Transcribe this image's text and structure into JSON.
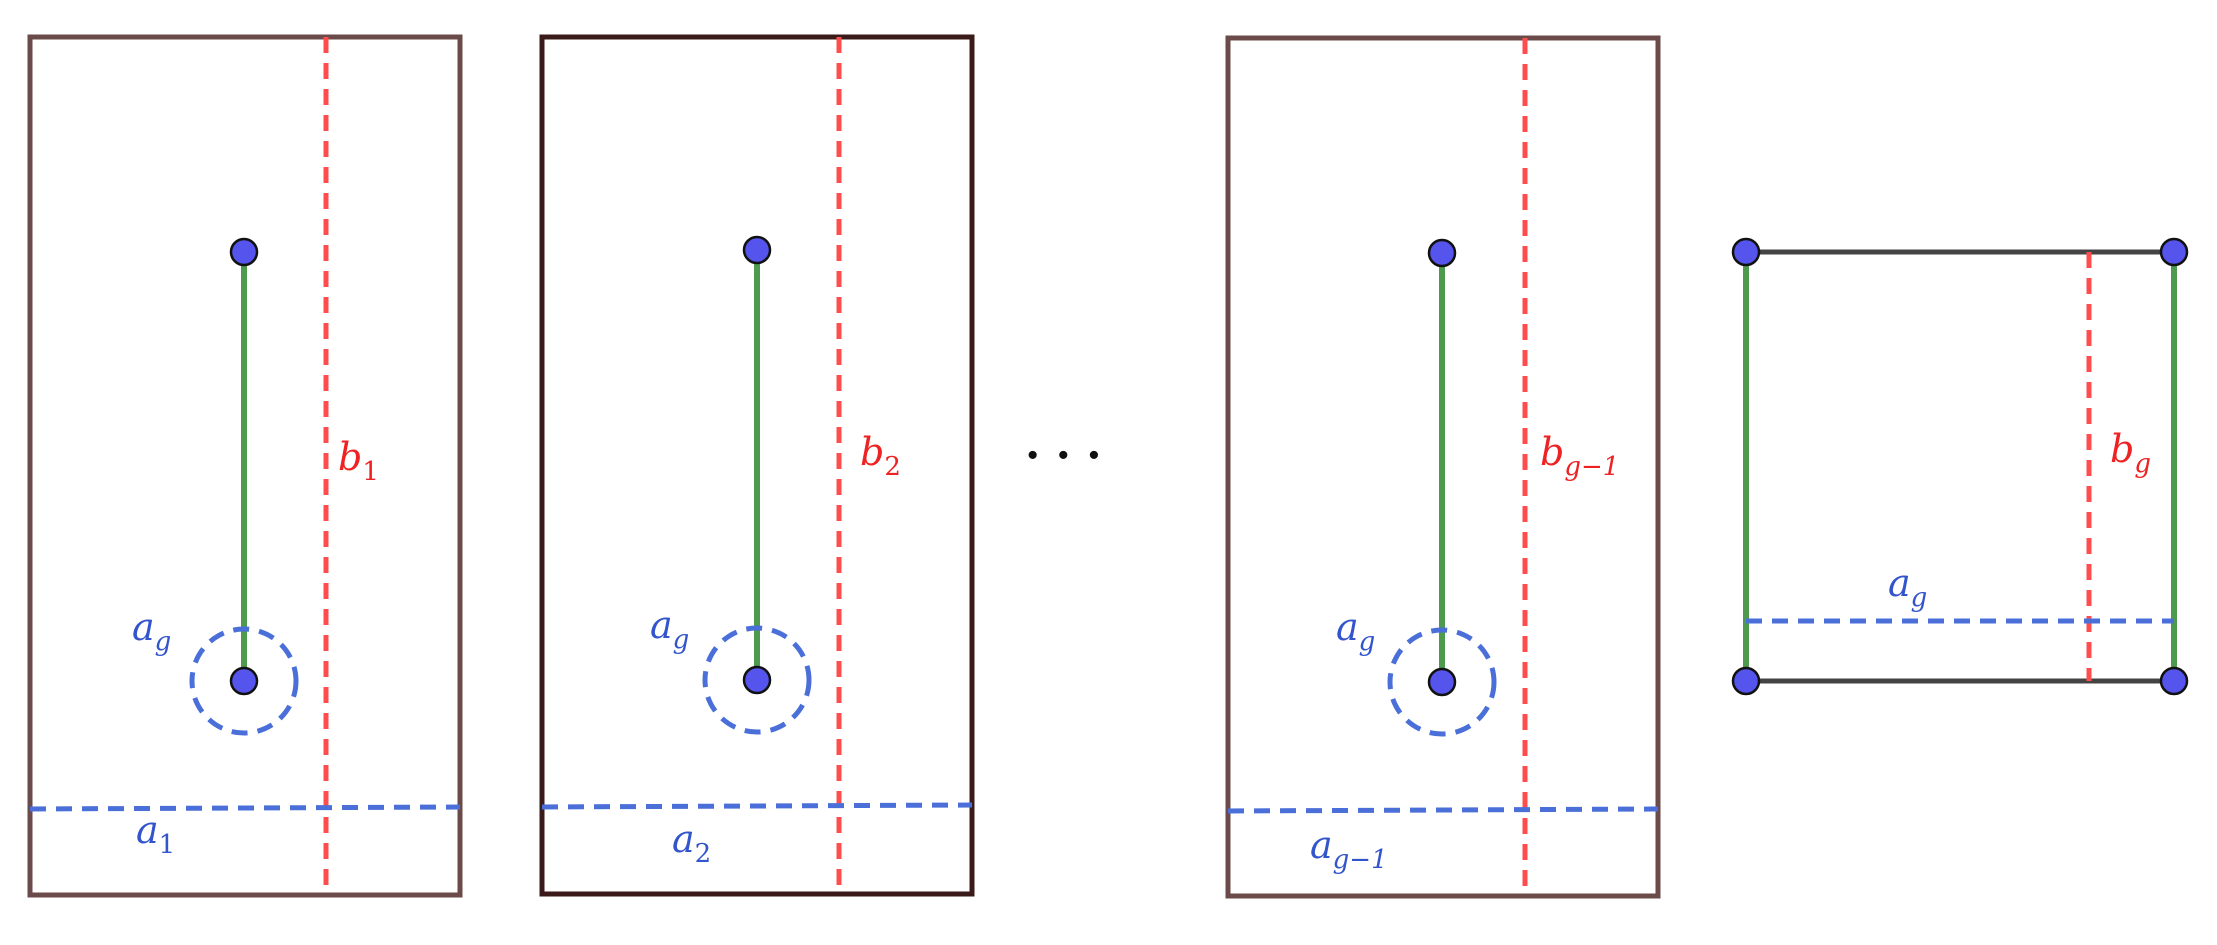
{
  "colors": {
    "frame": "#6b4a4a",
    "frame_dark": "#3b1a1a",
    "red_curve": "#ff4d4d",
    "blue_curve": "#4a6fd8",
    "green_segment": "#4e9a4e",
    "vertex_fill": "#5555ee",
    "square_edge": "#444444",
    "label_blue": "#3355cc",
    "label_red": "#ee2222"
  },
  "panels": [
    {
      "b_label": {
        "base": "b",
        "sub": "1"
      },
      "a_label": {
        "base": "a",
        "sub": "1"
      },
      "loop_label": {
        "base": "a",
        "sub": "g"
      }
    },
    {
      "b_label": {
        "base": "b",
        "sub": "2"
      },
      "a_label": {
        "base": "a",
        "sub": "2"
      },
      "loop_label": {
        "base": "a",
        "sub": "g"
      }
    },
    {
      "b_label": {
        "base": "b",
        "sub": "g−1"
      },
      "a_label": {
        "base": "a",
        "sub": "g−1"
      },
      "loop_label": {
        "base": "a",
        "sub": "g"
      }
    }
  ],
  "ellipsis": "· · ·",
  "square_panel": {
    "b_label": {
      "base": "b",
      "sub": "g"
    },
    "a_label": {
      "base": "a",
      "sub": "g"
    }
  }
}
